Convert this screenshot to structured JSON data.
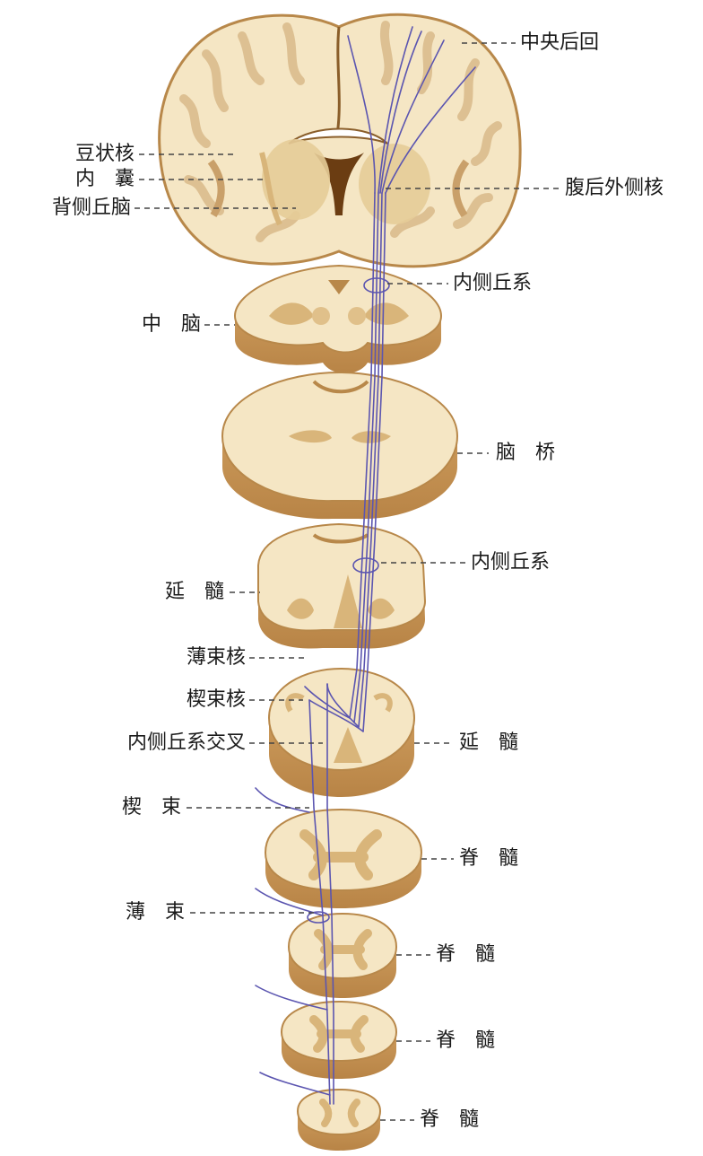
{
  "labels": {
    "postcentral_gyrus": "中央后回",
    "lentiform_nucleus": "豆状核",
    "internal_capsule": "内　囊",
    "dorsal_thalamus": "背侧丘脑",
    "vpl_nucleus": "腹后外侧核",
    "medial_lemniscus_1": "内侧丘系",
    "midbrain": "中　脑",
    "pons": "脑　桥",
    "medial_lemniscus_2": "内侧丘系",
    "medulla_1": "延　髓",
    "gracile_nucleus": "薄束核",
    "cuneate_nucleus": "楔束核",
    "lemniscal_decussation": "内侧丘系交叉",
    "medulla_2": "延　髓",
    "cuneate_fasciculus": "楔　束",
    "spinal_cord_1": "脊　髓",
    "gracile_fasciculus": "薄　束",
    "spinal_cord_2": "脊　髓",
    "spinal_cord_3": "脊　髓",
    "spinal_cord_4": "脊　髓"
  },
  "colors": {
    "tissue": "#f5e6c4",
    "tissue_edge": "#b8884a",
    "gray_matter": "#d9b57a",
    "side_face": "#c99a5c",
    "pathway": "#5b55b0",
    "label_text": "#1a1a1a"
  }
}
